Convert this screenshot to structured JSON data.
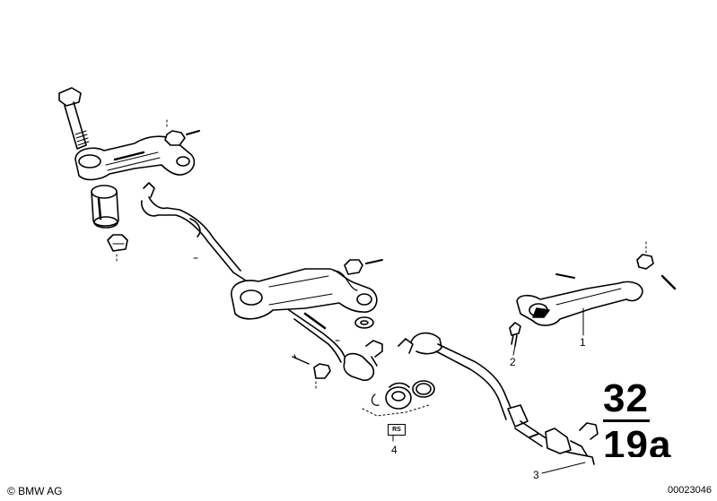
{
  "diagram": {
    "callouts": [
      {
        "id": "callout-1",
        "text": "1"
      },
      {
        "id": "callout-2",
        "text": "2"
      },
      {
        "id": "callout-3",
        "text": "3"
      },
      {
        "id": "callout-4",
        "text": "4"
      }
    ],
    "badge": "RS",
    "group_top": "32",
    "group_bottom": "19a",
    "copyright": "© BMW AG",
    "document_number": "00023046"
  },
  "colors": {
    "ink": "#000000",
    "paper": "#ffffff"
  }
}
